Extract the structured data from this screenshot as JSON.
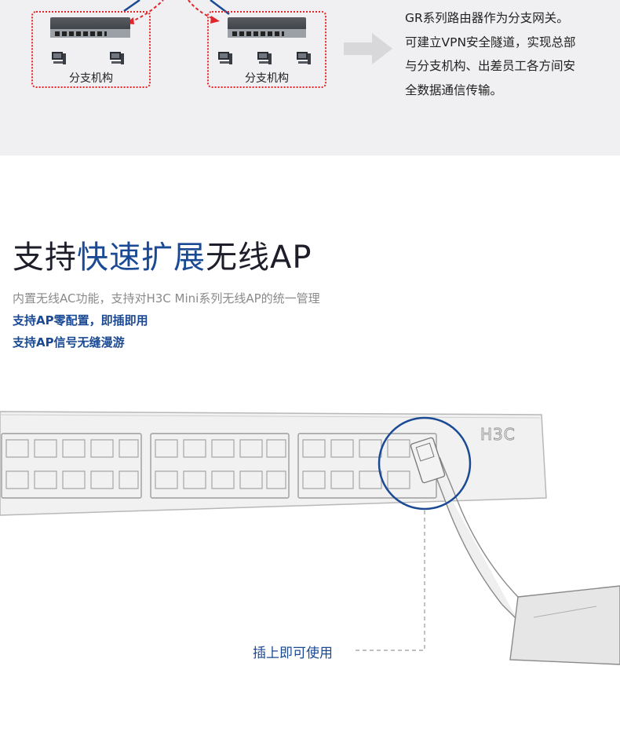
{
  "top_section": {
    "branches": [
      {
        "label": "分支机构"
      },
      {
        "label": "分支机构"
      }
    ],
    "description_lines": [
      "GR系列路由器作为分支网关。",
      "可建立VPN安全隧道，实现总部",
      "与分支机构、出差员工各方间安",
      "全数据通信传输。"
    ],
    "colors": {
      "dotted_border": "#e0262a",
      "link_line": "#1b4a94",
      "band_bg": "#f0f0f2"
    }
  },
  "feature": {
    "title_parts": [
      "支持",
      "快速扩展",
      "无线AP"
    ],
    "subtitle": "内置无线AC功能，支持对H3C Mini系列无线AP的统一管理",
    "points": [
      "支持AP零配置，即插即用",
      "支持AP信号无缝漫游"
    ],
    "brand_mark": "H3C",
    "caption": "插上即可使用",
    "colors": {
      "accent": "#1b4a94",
      "title": "#1e1e2a",
      "subtitle": "#8a8a8a"
    }
  }
}
